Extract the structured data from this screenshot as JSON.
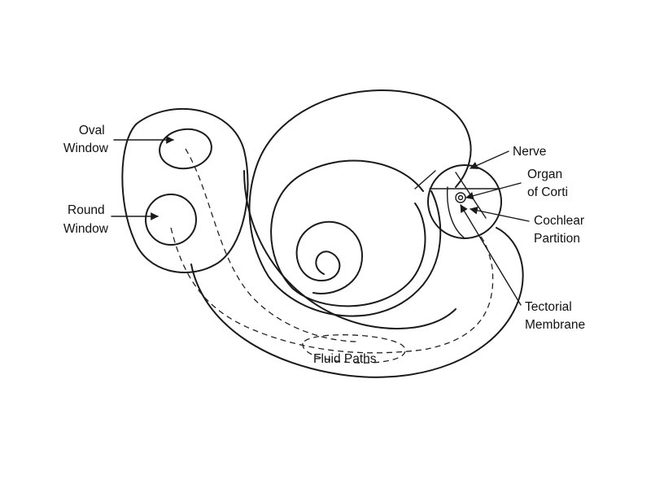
{
  "labels": {
    "oval_window": [
      "Oval",
      "Window"
    ],
    "round_window": [
      "Round",
      "Window"
    ],
    "nerve": "Nerve",
    "organ_of_corti": [
      "Organ",
      "of Corti"
    ],
    "cochlear_partition": [
      "Cochlear",
      "Partition"
    ],
    "tectorial_membrane": [
      "Tectorial",
      "Membrane"
    ],
    "fluid_paths": "Fluid Paths"
  },
  "colors": {
    "ink": "#1a1a1a",
    "background": "#ffffff"
  }
}
